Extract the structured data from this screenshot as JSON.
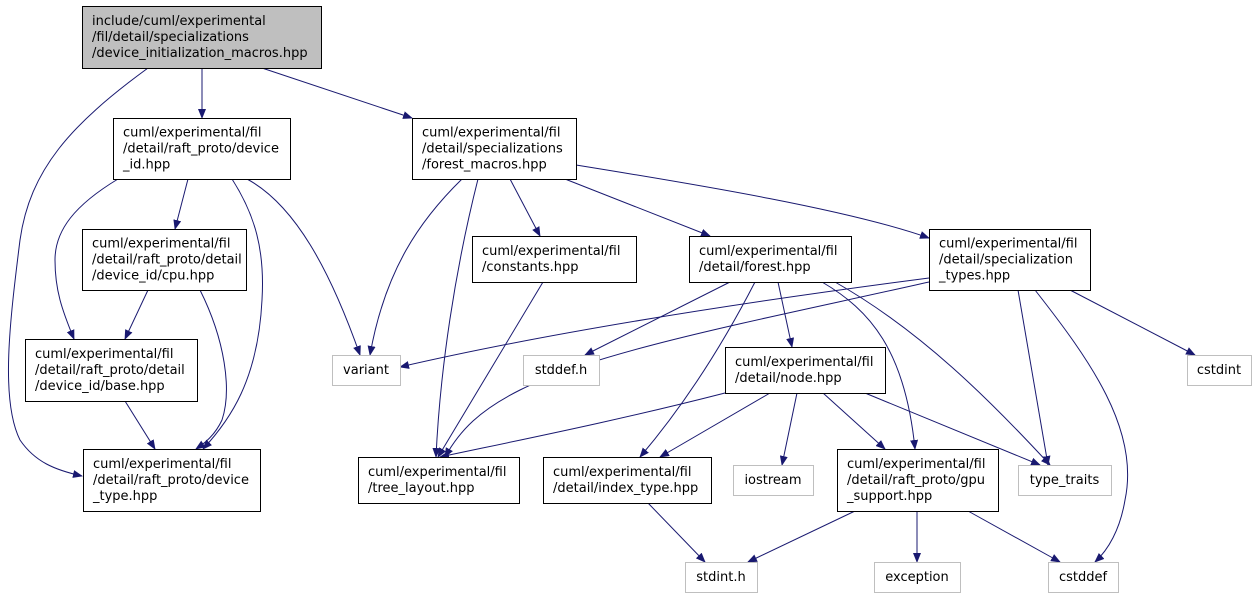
{
  "diagram": {
    "colors": {
      "edge": "#191970",
      "root_fill": "#bfbfbf",
      "node_fill": "#ffffff",
      "node_border": "#000000",
      "external_border": "#bfbfbf"
    },
    "nodes": [
      {
        "id": "root",
        "lines": [
          "include/cuml/experimental",
          "/fil/detail/specializations",
          "/device_initialization_macros.hpp"
        ],
        "kind": "root"
      },
      {
        "id": "device_id_hpp",
        "lines": [
          "cuml/experimental/fil",
          "/detail/raft_proto/device",
          "_id.hpp"
        ],
        "kind": "header"
      },
      {
        "id": "forest_macros_hpp",
        "lines": [
          "cuml/experimental/fil",
          "/detail/specializations",
          "/forest_macros.hpp"
        ],
        "kind": "header"
      },
      {
        "id": "cpu_hpp",
        "lines": [
          "cuml/experimental/fil",
          "/detail/raft_proto/detail",
          "/device_id/cpu.hpp"
        ],
        "kind": "header"
      },
      {
        "id": "base_hpp",
        "lines": [
          "cuml/experimental/fil",
          "/detail/raft_proto/detail",
          "/device_id/base.hpp"
        ],
        "kind": "header"
      },
      {
        "id": "device_type_hpp",
        "lines": [
          "cuml/experimental/fil",
          "/detail/raft_proto/device",
          "_type.hpp"
        ],
        "kind": "header"
      },
      {
        "id": "variant",
        "lines": [
          "variant"
        ],
        "kind": "external"
      },
      {
        "id": "constants_hpp",
        "lines": [
          "cuml/experimental/fil",
          "/constants.hpp"
        ],
        "kind": "header"
      },
      {
        "id": "forest_hpp",
        "lines": [
          "cuml/experimental/fil",
          "/detail/forest.hpp"
        ],
        "kind": "header"
      },
      {
        "id": "specialization_types_hpp",
        "lines": [
          "cuml/experimental/fil",
          "/detail/specialization",
          "_types.hpp"
        ],
        "kind": "header"
      },
      {
        "id": "stddef_h",
        "lines": [
          "stddef.h"
        ],
        "kind": "external"
      },
      {
        "id": "node_hpp",
        "lines": [
          "cuml/experimental/fil",
          "/detail/node.hpp"
        ],
        "kind": "header"
      },
      {
        "id": "cstdint",
        "lines": [
          "cstdint"
        ],
        "kind": "external"
      },
      {
        "id": "tree_layout_hpp",
        "lines": [
          "cuml/experimental/fil",
          "/tree_layout.hpp"
        ],
        "kind": "header"
      },
      {
        "id": "index_type_hpp",
        "lines": [
          "cuml/experimental/fil",
          "/detail/index_type.hpp"
        ],
        "kind": "header"
      },
      {
        "id": "iostream",
        "lines": [
          "iostream"
        ],
        "kind": "external"
      },
      {
        "id": "gpu_support_hpp",
        "lines": [
          "cuml/experimental/fil",
          "/detail/raft_proto/gpu",
          "_support.hpp"
        ],
        "kind": "header"
      },
      {
        "id": "type_traits",
        "lines": [
          "type_traits"
        ],
        "kind": "external"
      },
      {
        "id": "stdint_h",
        "lines": [
          "stdint.h"
        ],
        "kind": "external"
      },
      {
        "id": "exception",
        "lines": [
          "exception"
        ],
        "kind": "external"
      },
      {
        "id": "cstddef",
        "lines": [
          "cstddef"
        ],
        "kind": "external"
      }
    ],
    "edges": [
      {
        "from": "root",
        "to": "device_id_hpp"
      },
      {
        "from": "root",
        "to": "forest_macros_hpp"
      },
      {
        "from": "root",
        "to": "device_type_hpp"
      },
      {
        "from": "device_id_hpp",
        "to": "cpu_hpp"
      },
      {
        "from": "device_id_hpp",
        "to": "base_hpp"
      },
      {
        "from": "device_id_hpp",
        "to": "device_type_hpp"
      },
      {
        "from": "device_id_hpp",
        "to": "variant"
      },
      {
        "from": "cpu_hpp",
        "to": "base_hpp"
      },
      {
        "from": "cpu_hpp",
        "to": "device_type_hpp"
      },
      {
        "from": "base_hpp",
        "to": "device_type_hpp"
      },
      {
        "from": "forest_macros_hpp",
        "to": "variant"
      },
      {
        "from": "forest_macros_hpp",
        "to": "tree_layout_hpp"
      },
      {
        "from": "forest_macros_hpp",
        "to": "constants_hpp"
      },
      {
        "from": "forest_macros_hpp",
        "to": "forest_hpp"
      },
      {
        "from": "forest_macros_hpp",
        "to": "specialization_types_hpp"
      },
      {
        "from": "constants_hpp",
        "to": "tree_layout_hpp"
      },
      {
        "from": "forest_hpp",
        "to": "stddef_h"
      },
      {
        "from": "forest_hpp",
        "to": "index_type_hpp"
      },
      {
        "from": "forest_hpp",
        "to": "node_hpp"
      },
      {
        "from": "forest_hpp",
        "to": "gpu_support_hpp"
      },
      {
        "from": "forest_hpp",
        "to": "type_traits"
      },
      {
        "from": "specialization_types_hpp",
        "to": "variant"
      },
      {
        "from": "specialization_types_hpp",
        "to": "tree_layout_hpp"
      },
      {
        "from": "specialization_types_hpp",
        "to": "cstdint"
      },
      {
        "from": "specialization_types_hpp",
        "to": "type_traits"
      },
      {
        "from": "specialization_types_hpp",
        "to": "cstddef"
      },
      {
        "from": "node_hpp",
        "to": "tree_layout_hpp"
      },
      {
        "from": "node_hpp",
        "to": "index_type_hpp"
      },
      {
        "from": "node_hpp",
        "to": "iostream"
      },
      {
        "from": "node_hpp",
        "to": "gpu_support_hpp"
      },
      {
        "from": "node_hpp",
        "to": "type_traits"
      },
      {
        "from": "index_type_hpp",
        "to": "stdint_h"
      },
      {
        "from": "gpu_support_hpp",
        "to": "stdint_h"
      },
      {
        "from": "gpu_support_hpp",
        "to": "exception"
      },
      {
        "from": "gpu_support_hpp",
        "to": "cstddef"
      }
    ]
  }
}
